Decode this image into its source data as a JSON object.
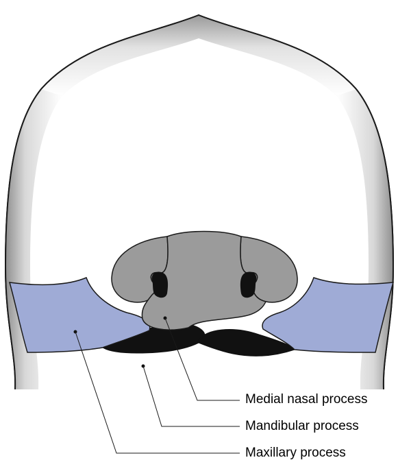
{
  "labels": {
    "medial_nasal_process": "Medial nasal process",
    "mandibular_process": "Mandibular process",
    "maxillary_process": "Maxillary process"
  },
  "colors": {
    "head_fill": "#ffffff",
    "head_shade": "#9a9a9a",
    "outline": "#1a1a1a",
    "maxillary_fill": "#9fabd6",
    "nasal_fill": "#9b9b9b",
    "mouth_fill": "#111111"
  }
}
